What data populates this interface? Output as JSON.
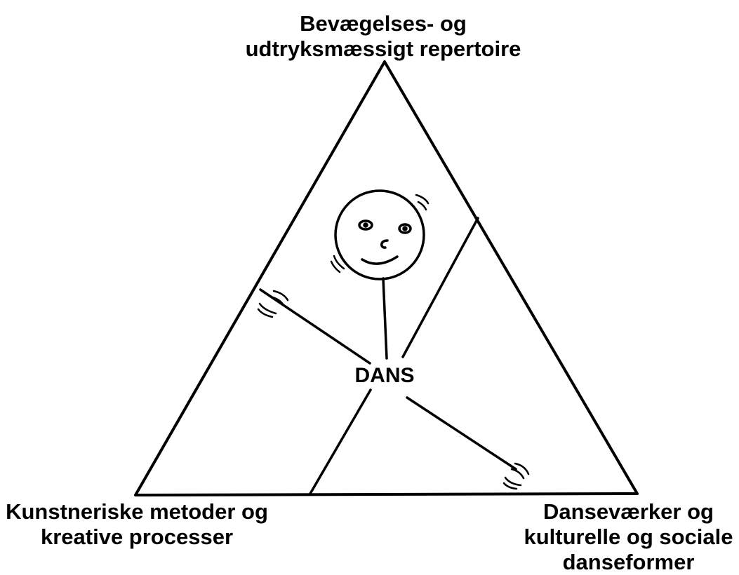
{
  "diagram": {
    "center": "DANS",
    "vertices": {
      "top": [
        "Bevægelses- og",
        "udtryksmæssigt repertoire"
      ],
      "bottom_left": [
        "Kunstneriske metoder og",
        "kreative processer"
      ],
      "bottom_right": [
        "Danseværker og",
        "kulturelle og sociale",
        "danseformer"
      ]
    }
  }
}
